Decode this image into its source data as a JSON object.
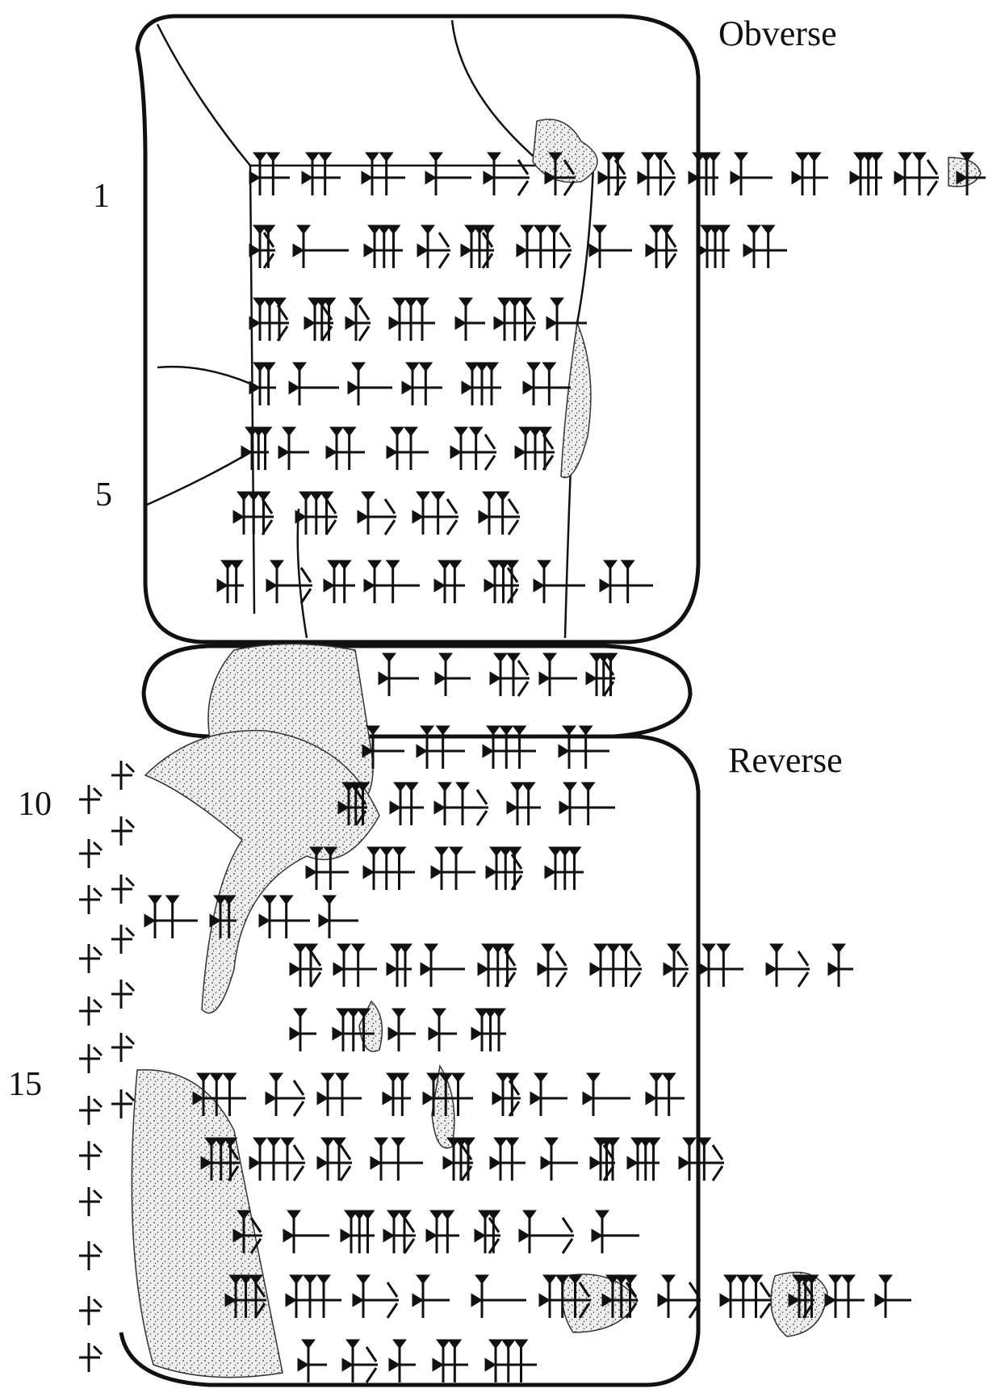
{
  "labels": {
    "obverse": "Obverse",
    "reverse": "Reverse"
  },
  "line_numbers": {
    "line_1": "1",
    "line_5": "5",
    "line_10": "10",
    "line_15": "15"
  },
  "colors": {
    "ink": "#111111",
    "damage": "#e6e6e6",
    "background": "#ffffff"
  }
}
